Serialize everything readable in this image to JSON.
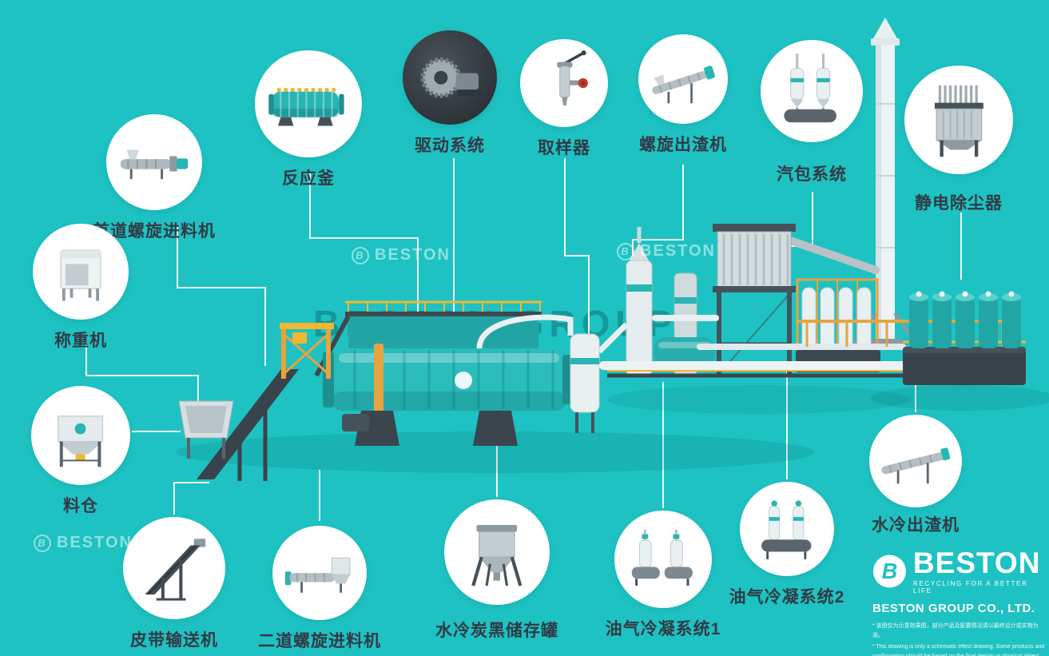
{
  "colors": {
    "background": "#1ec2c2",
    "label_text": "#323a45",
    "machine_teal": "#2bbcbc",
    "machine_dark": "#3d4850",
    "machine_yellow": "#f2b632",
    "pipe_white": "#edf3f4"
  },
  "components": [
    {
      "id": "first-screw-feeder",
      "label": "首道螺旋进料机"
    },
    {
      "id": "reactor",
      "label": "反应釜"
    },
    {
      "id": "drive-system",
      "label": "驱动系统"
    },
    {
      "id": "sampler",
      "label": "取样器"
    },
    {
      "id": "screw-slag-discharger",
      "label": "螺旋出渣机"
    },
    {
      "id": "steam-drum-system",
      "label": "汽包系统"
    },
    {
      "id": "electrostatic-precipitator",
      "label": "静电除尘器"
    },
    {
      "id": "weighing-machine",
      "label": "称重机"
    },
    {
      "id": "material-bin",
      "label": "料仓"
    },
    {
      "id": "belt-conveyor",
      "label": "皮带输送机"
    },
    {
      "id": "second-screw-feeder",
      "label": "二道螺旋进料机"
    },
    {
      "id": "carbon-black-storage-tank",
      "label": "水冷炭黑储存罐"
    },
    {
      "id": "oil-condensing-system-1",
      "label": "油气冷凝系统1"
    },
    {
      "id": "oil-condensing-system-2",
      "label": "油气冷凝系统2"
    },
    {
      "id": "water-cooled-slag-discharger",
      "label": "水冷出渣机"
    }
  ],
  "watermark": {
    "large": "BESTON GROUP",
    "small": "BESTON",
    "badge_letter": "B"
  },
  "logo": {
    "badge_letter": "B",
    "brand": "BESTON",
    "tagline": "RECYCLING FOR A BETTER LIFE",
    "company": "BESTON GROUP CO., LTD.",
    "disclaimer_zh": "* 该图仅为示意效果图，部分产品及配置情况请以最终设计或实物为准。",
    "disclaimer_en": "* This drawing is only a schematic effect drawing. Some products and configuration should be based on the final design or physical object."
  }
}
